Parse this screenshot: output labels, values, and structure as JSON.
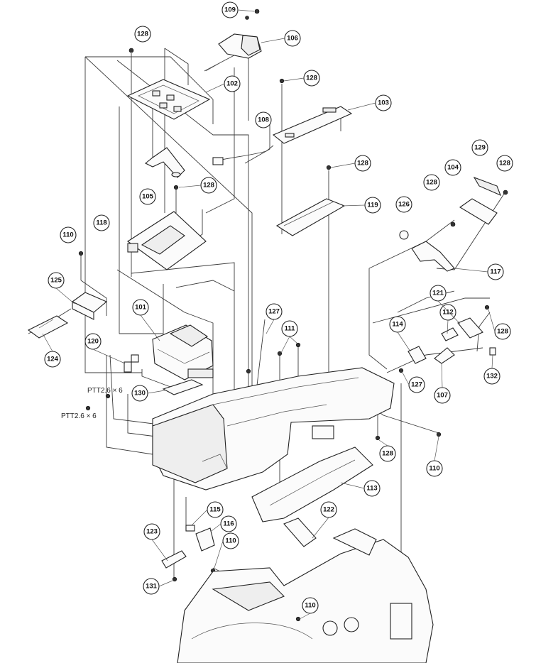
{
  "labels": {
    "c109": "109",
    "c106": "106",
    "c128a": "128",
    "c102": "102",
    "c128b": "128",
    "c103": "103",
    "c108": "108",
    "c128c": "128",
    "c129": "129",
    "c104": "104",
    "c128d": "128",
    "c105": "105",
    "c128e": "128",
    "c128f": "128",
    "c119": "119",
    "c126": "126",
    "c110a": "110",
    "c118": "118",
    "c117": "117",
    "c125": "125",
    "c121": "121",
    "c101": "101",
    "c127a": "127",
    "c112": "112",
    "c128g": "128",
    "c111": "111",
    "c114": "114",
    "c120": "120",
    "c124": "124",
    "c132": "132",
    "c127b": "127",
    "c107": "107",
    "c130": "130",
    "c128h": "128",
    "c110b": "110",
    "c113": "113",
    "c115": "115",
    "c122": "122",
    "c116": "116",
    "c123": "123",
    "c110c": "110",
    "c131": "131",
    "c110d": "110"
  },
  "notes": {
    "screw1": "PTT2.6 × 6",
    "screw2": "PTT2.6 × 6"
  }
}
